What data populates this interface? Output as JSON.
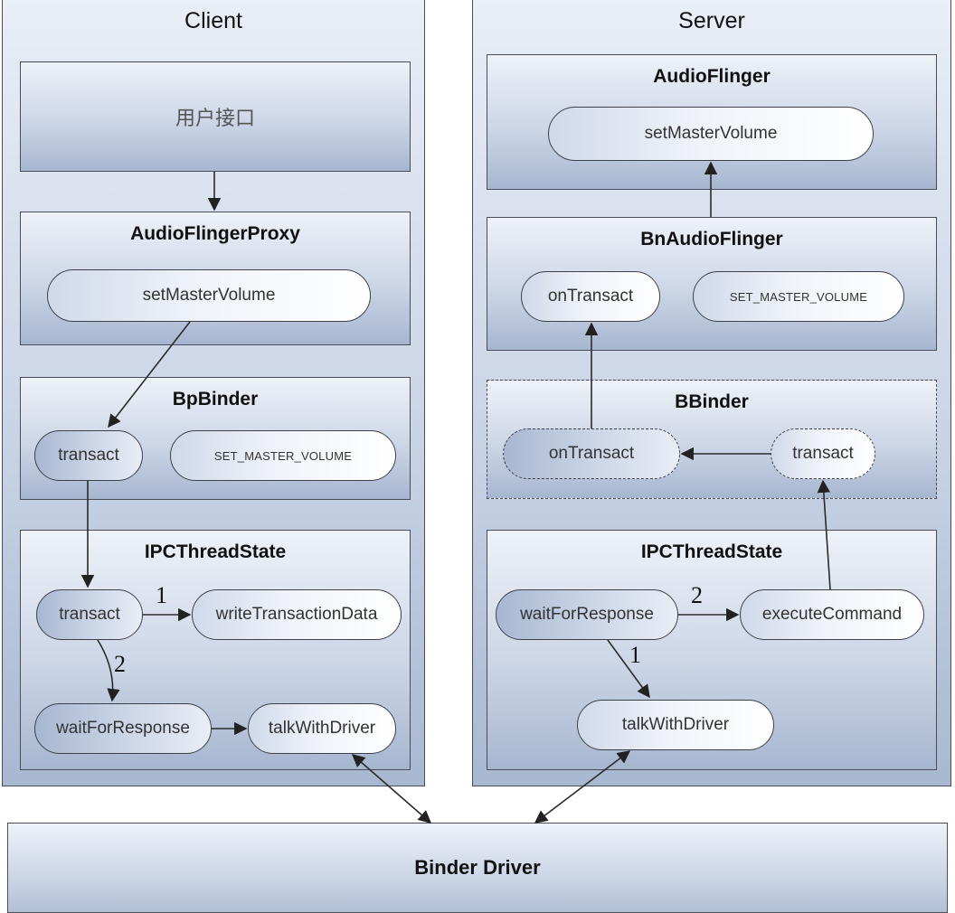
{
  "client": {
    "title": "Client",
    "user_interface": "用户接口",
    "proxy": {
      "title": "AudioFlingerProxy",
      "method": "setMasterVolume"
    },
    "bpbinder": {
      "title": "BpBinder",
      "transact": "transact",
      "code": "SET_MASTER_VOLUME"
    },
    "ipc": {
      "title": "IPCThreadState",
      "transact": "transact",
      "write": "writeTransactionData",
      "wait": "waitForResponse",
      "talk": "talkWithDriver",
      "step1": "1",
      "step2": "2"
    }
  },
  "server": {
    "title": "Server",
    "audioflinger": {
      "title": "AudioFlinger",
      "method": "setMasterVolume"
    },
    "bn": {
      "title": "BnAudioFlinger",
      "on_transact": "onTransact",
      "code": "SET_MASTER_VOLUME"
    },
    "bbinder": {
      "title": "BBinder",
      "on_transact": "onTransact",
      "transact": "transact"
    },
    "ipc": {
      "title": "IPCThreadState",
      "wait": "waitForResponse",
      "execute": "executeCommand",
      "talk": "talkWithDriver",
      "step1": "1",
      "step2": "2"
    }
  },
  "driver": {
    "title": "Binder Driver"
  }
}
